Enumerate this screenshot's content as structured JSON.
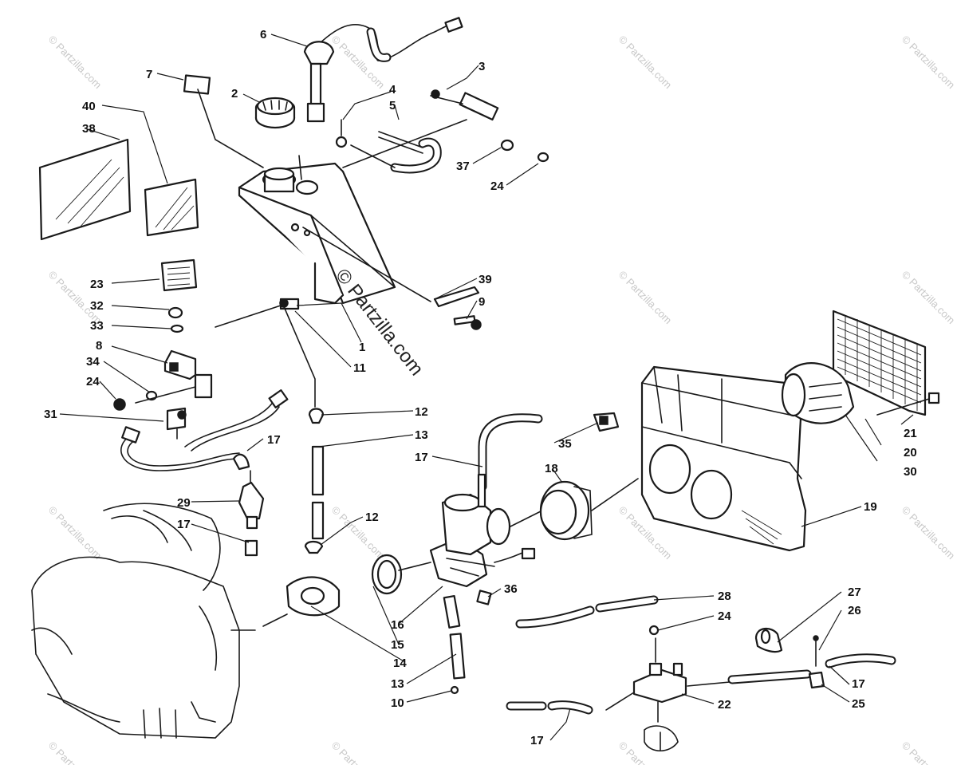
{
  "watermark": {
    "main": "© Partzilla.com",
    "tile": "© Partzilla.com"
  },
  "callouts": {
    "c1": "1",
    "c2": "2",
    "c3": "3",
    "c4": "4",
    "c5": "5",
    "c6": "6",
    "c7": "7",
    "c8": "8",
    "c9": "9",
    "c10": "10",
    "c11": "11",
    "c12a": "12",
    "c12b": "12",
    "c13a": "13",
    "c13b": "13",
    "c14": "14",
    "c15": "15",
    "c16": "16",
    "c17a": "17",
    "c17b": "17",
    "c17c": "17",
    "c17d": "17",
    "c17e": "17",
    "c18": "18",
    "c19": "19",
    "c20": "20",
    "c21": "21",
    "c22": "22",
    "c23": "23",
    "c24a": "24",
    "c24b": "24",
    "c24c": "24",
    "c25": "25",
    "c26": "26",
    "c27": "27",
    "c28": "28",
    "c29": "29",
    "c30": "30",
    "c31": "31",
    "c32": "32",
    "c33": "33",
    "c34": "34",
    "c35": "35",
    "c36": "36",
    "c37": "37",
    "c38": "38",
    "c39": "39",
    "c40": "40"
  },
  "colors": {
    "ink": "#1a1a1a",
    "watermark": "#c8c8c8",
    "paper": "#ffffff"
  }
}
